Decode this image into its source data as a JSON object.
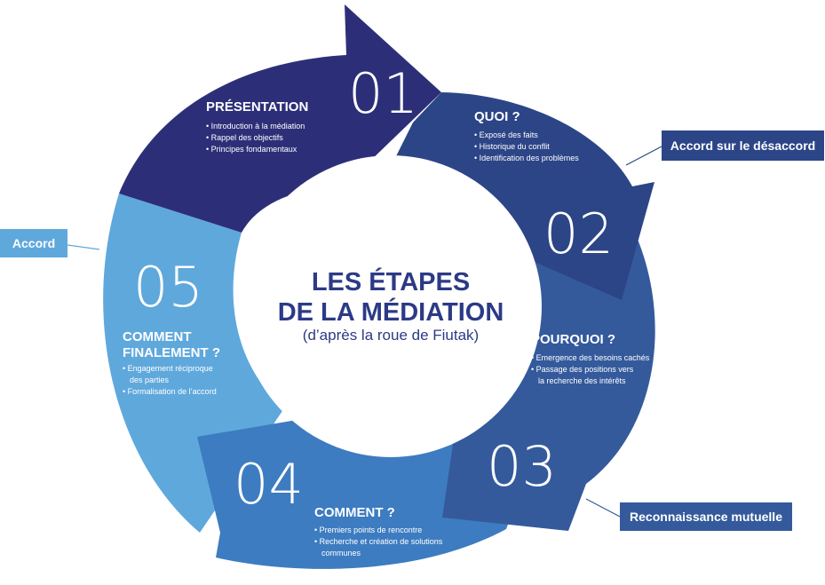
{
  "center": {
    "title_line1": "LES ÉTAPES",
    "title_line2": "DE LA MÉDIATION",
    "subtitle": "(d’après la roue de Fiutak)"
  },
  "steps": [
    {
      "number": "01",
      "heading": "PRÉSENTATION",
      "items": [
        "• Introduction à la médiation",
        "• Rappel des objectifs",
        "• Principes fondamentaux"
      ]
    },
    {
      "number": "02",
      "heading": "QUOI ?",
      "items": [
        "• Exposé des faits",
        "• Historique du conflit",
        "• Identification des problèmes"
      ]
    },
    {
      "number": "03",
      "heading": "POURQUOI ?",
      "items": [
        "• Emergence des besoins cachés",
        "• Passage des positions vers",
        "la recherche des intérêts"
      ]
    },
    {
      "number": "04",
      "heading": "COMMENT ?",
      "items": [
        "• Premiers points de rencontre",
        "• Recherche et création de solutions",
        "communes"
      ]
    },
    {
      "number": "05",
      "heading_line1": "COMMENT",
      "heading_line2": "FINALEMENT ?",
      "items": [
        "• Engagement réciproque",
        "des parties",
        "• Formalisation de l’accord"
      ]
    }
  ],
  "callouts": {
    "accord": "Accord",
    "desaccord": "Accord sur le désaccord",
    "reconnaissance": "Reconnaissance mutuelle"
  },
  "colors": {
    "step1": "#2c2f78",
    "step2": "#2c4587",
    "step3": "#345a9c",
    "step4": "#3d7cc0",
    "step5": "#5fa8dc",
    "title": "#2c3a86"
  }
}
